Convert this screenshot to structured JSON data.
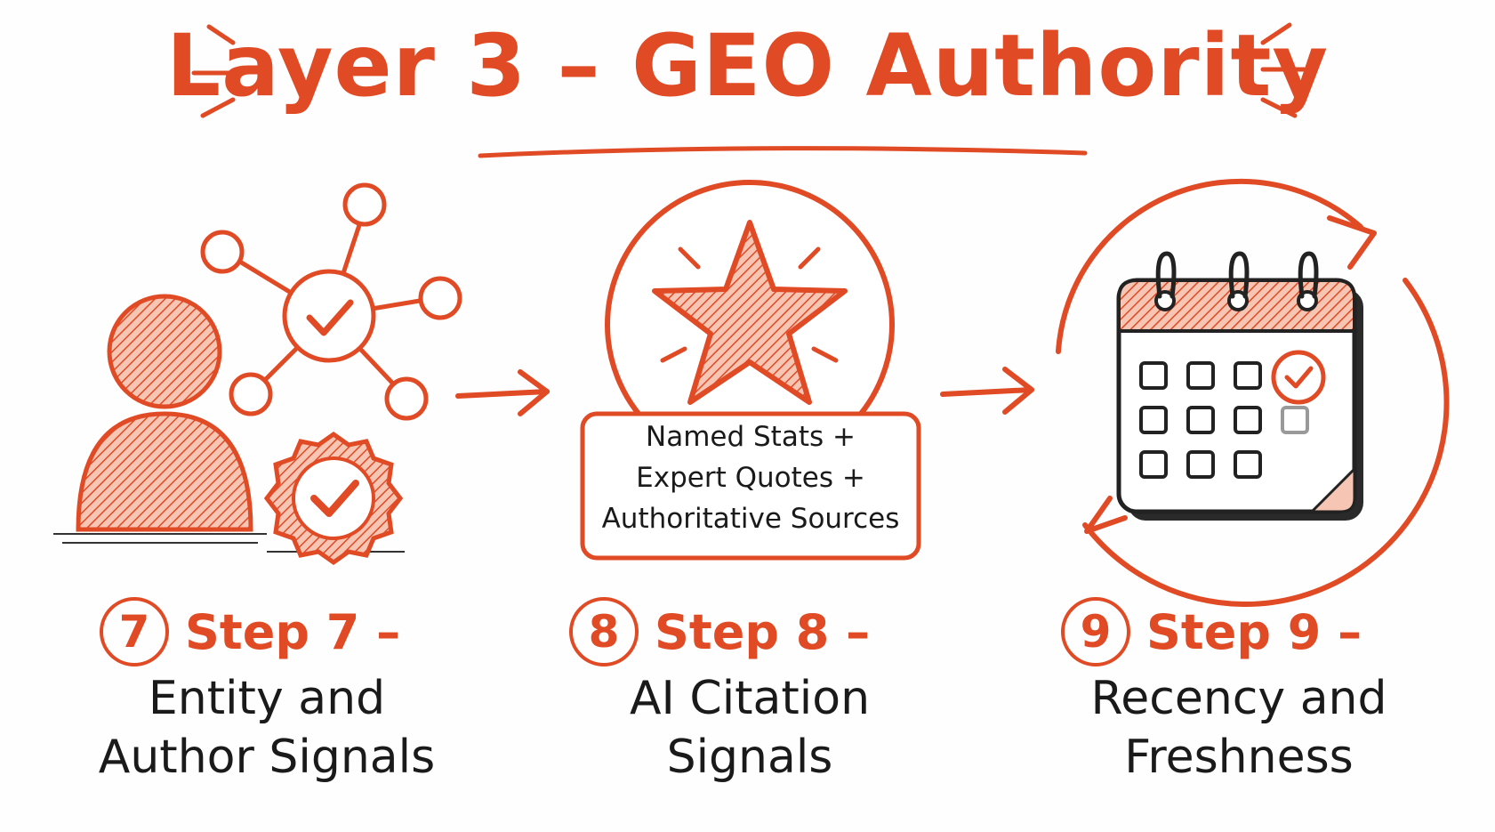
{
  "title": "Layer 3 – GEO Authority",
  "center_box": {
    "line1": "Named Stats +",
    "line2": "Expert Quotes +",
    "line3": "Authoritative Sources"
  },
  "steps": [
    {
      "number": "7",
      "label": "Step 7 –",
      "desc_line1": "Entity and",
      "desc_line2": "Author Signals",
      "icon": "person-network-badge-icon"
    },
    {
      "number": "8",
      "label": "Step 8 –",
      "desc_line1": "AI Citation",
      "desc_line2": "Signals",
      "icon": "star-icon"
    },
    {
      "number": "9",
      "label": "Step 9 –",
      "desc_line1": "Recency and",
      "desc_line2": "Freshness",
      "icon": "calendar-refresh-icon"
    }
  ],
  "colors": {
    "accent": "#e04a24",
    "text": "#1a1a1a",
    "fill": "#f4b8a3"
  }
}
